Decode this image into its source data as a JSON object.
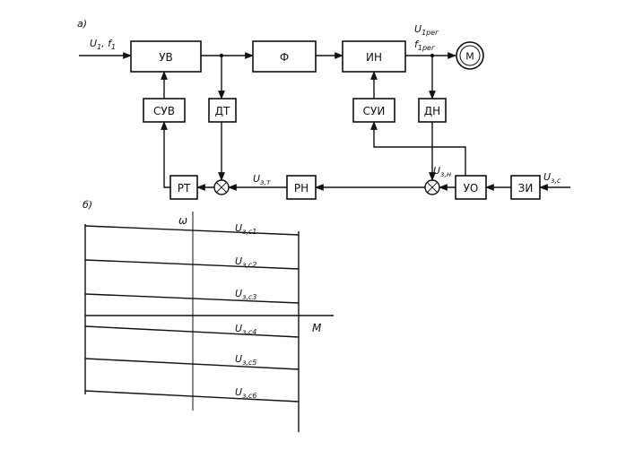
{
  "part_a": {
    "label": "a)",
    "blocks": {
      "uv": "УВ",
      "f": "Ф",
      "in": "ИН",
      "motor": "М",
      "suv": "СУВ",
      "dt": "ДТ",
      "sui": "СУИ",
      "dn": "ДН",
      "rt": "РТ",
      "rn": "РН",
      "uo": "УО",
      "zi": "ЗИ"
    },
    "signals": {
      "input_u": "U",
      "input_u_sub": "1",
      "input_sep": ", ",
      "input_f": "f",
      "input_f_sub": "1",
      "out_u": "U",
      "out_u_sub": "1рег",
      "out_f": "f",
      "out_f_sub": "1рег",
      "uzt": "U",
      "uzt_sub": "з,т",
      "uzn": "U",
      "uzn_sub": "з,н",
      "uzc": "U",
      "uzc_sub": "з,с"
    }
  },
  "part_b": {
    "label": "б)",
    "axis_y": "ω",
    "axis_x": "M",
    "curves": [
      {
        "name": "U",
        "sub": "з,с1"
      },
      {
        "name": "U",
        "sub": "з,с2"
      },
      {
        "name": "U",
        "sub": "з,с3"
      },
      {
        "name": "U",
        "sub": "з,с4"
      },
      {
        "name": "U",
        "sub": "з,с5"
      },
      {
        "name": "U",
        "sub": "з,с6"
      }
    ]
  }
}
